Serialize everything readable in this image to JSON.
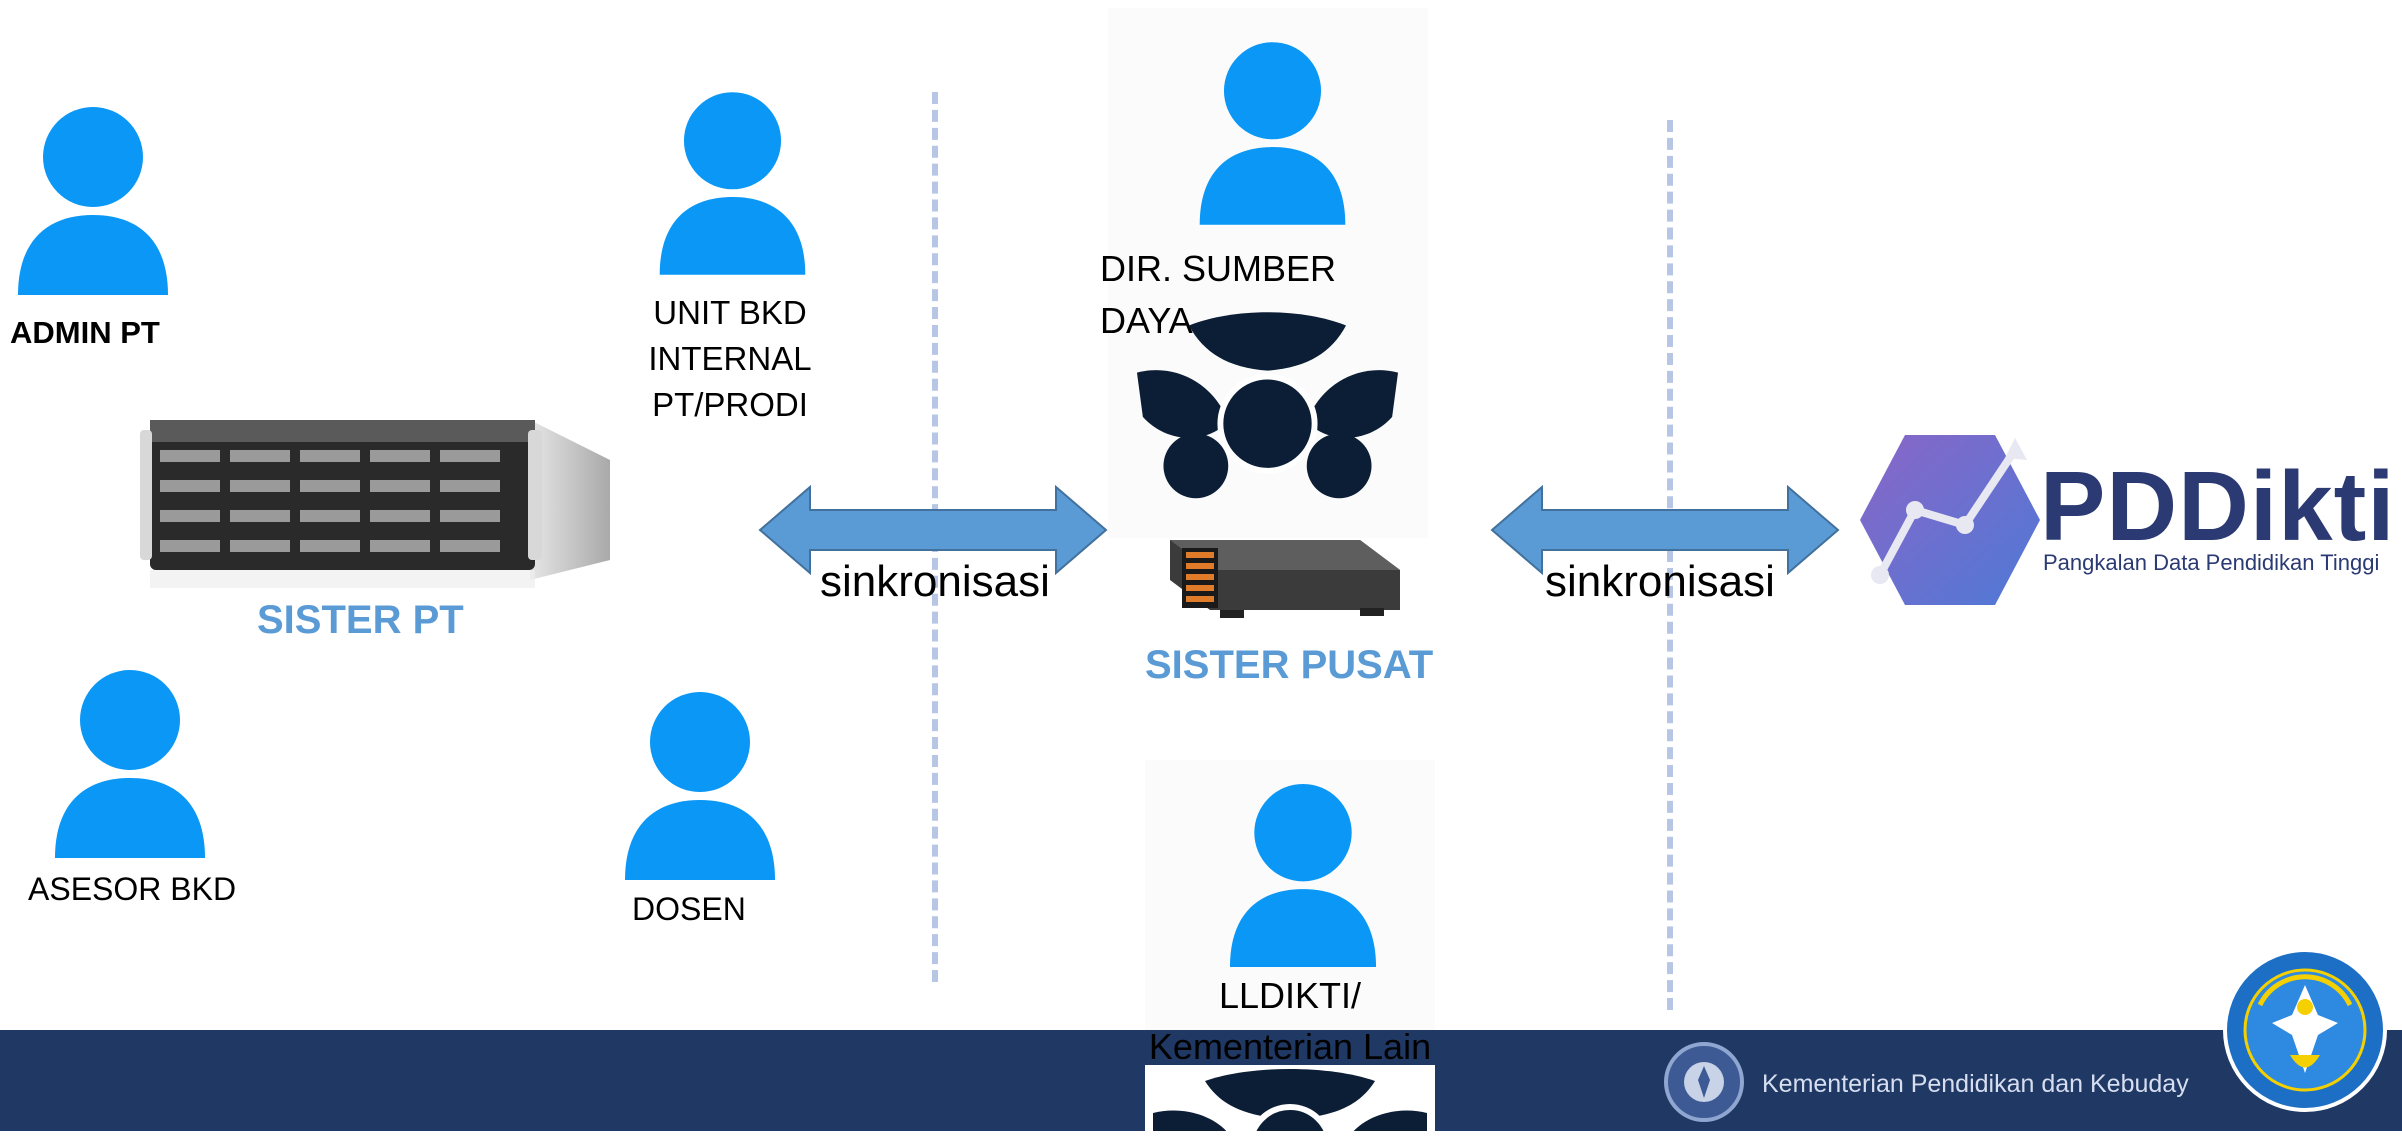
{
  "actors": {
    "admin_pt": "ADMIN PT",
    "unit_bkd": "UNIT BKD INTERNAL PT/PRODI",
    "dir_sumber_daya": "DIR. SUMBER DAYA",
    "asesor_bkd": "ASESOR BKD",
    "dosen": "DOSEN",
    "lldikti": "LLDIKTI/ Kementerian Lain"
  },
  "systems": {
    "sister_pt": "SISTER PT",
    "sister_pusat": "SISTER PUSAT"
  },
  "connections": {
    "left": "sinkronisasi",
    "right": "sinkronisasi"
  },
  "pddikti": {
    "name": "PDDikti",
    "tagline": "Pangkalan Data Pendidikan Tinggi"
  },
  "footer": {
    "ministry": "Kementerian Pendidikan dan Kebuday"
  },
  "colors": {
    "person": "#0a97f5",
    "arrow": "#5b9bd5",
    "system_label": "#5b9bd5",
    "footer": "#1f3864",
    "org_icon": "#0c1e36",
    "pddikti_brand": "#2b3a73"
  },
  "icons": {
    "person": "person-icon",
    "org": "organization-icon",
    "server": "server-rack-icon",
    "emblem": "tut-wuri-handayani-emblem"
  }
}
